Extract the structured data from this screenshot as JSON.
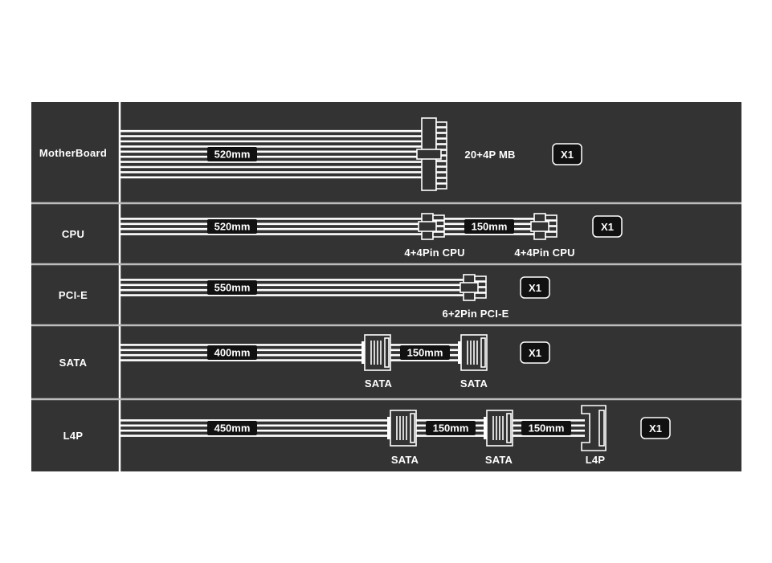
{
  "rows": [
    {
      "name": "MotherBoard",
      "wires": 10,
      "segments": [
        {
          "length": "520mm"
        }
      ],
      "connectors": [
        {
          "type": "mb",
          "label": "20+4P MB"
        }
      ],
      "qty": "X1"
    },
    {
      "name": "CPU",
      "wires": 4,
      "segments": [
        {
          "length": "520mm"
        },
        {
          "length": "150mm"
        }
      ],
      "connectors": [
        {
          "type": "cpu",
          "label": "4+4Pin CPU"
        },
        {
          "type": "cpu",
          "label": "4+4Pin CPU"
        }
      ],
      "qty": "X1"
    },
    {
      "name": "PCI-E",
      "wires": 4,
      "segments": [
        {
          "length": "550mm"
        }
      ],
      "connectors": [
        {
          "type": "pcie",
          "label": "6+2Pin PCI-E"
        }
      ],
      "qty": "X1"
    },
    {
      "name": "SATA",
      "wires": 4,
      "segments": [
        {
          "length": "400mm"
        },
        {
          "length": "150mm"
        }
      ],
      "connectors": [
        {
          "type": "sata",
          "label": "SATA"
        },
        {
          "type": "sata",
          "label": "SATA"
        }
      ],
      "qty": "X1"
    },
    {
      "name": "L4P",
      "wires": 4,
      "segments": [
        {
          "length": "450mm"
        },
        {
          "length": "150mm"
        },
        {
          "length": "150mm"
        }
      ],
      "connectors": [
        {
          "type": "sata",
          "label": "SATA"
        },
        {
          "type": "sata",
          "label": "SATA"
        },
        {
          "type": "l4p",
          "label": "L4P"
        }
      ],
      "qty": "X1"
    }
  ],
  "colors": {
    "panel": "#333333",
    "divider": "#bdbdbd",
    "wire": "#ffffff",
    "badge": "#111111",
    "page": "#ffffff"
  }
}
